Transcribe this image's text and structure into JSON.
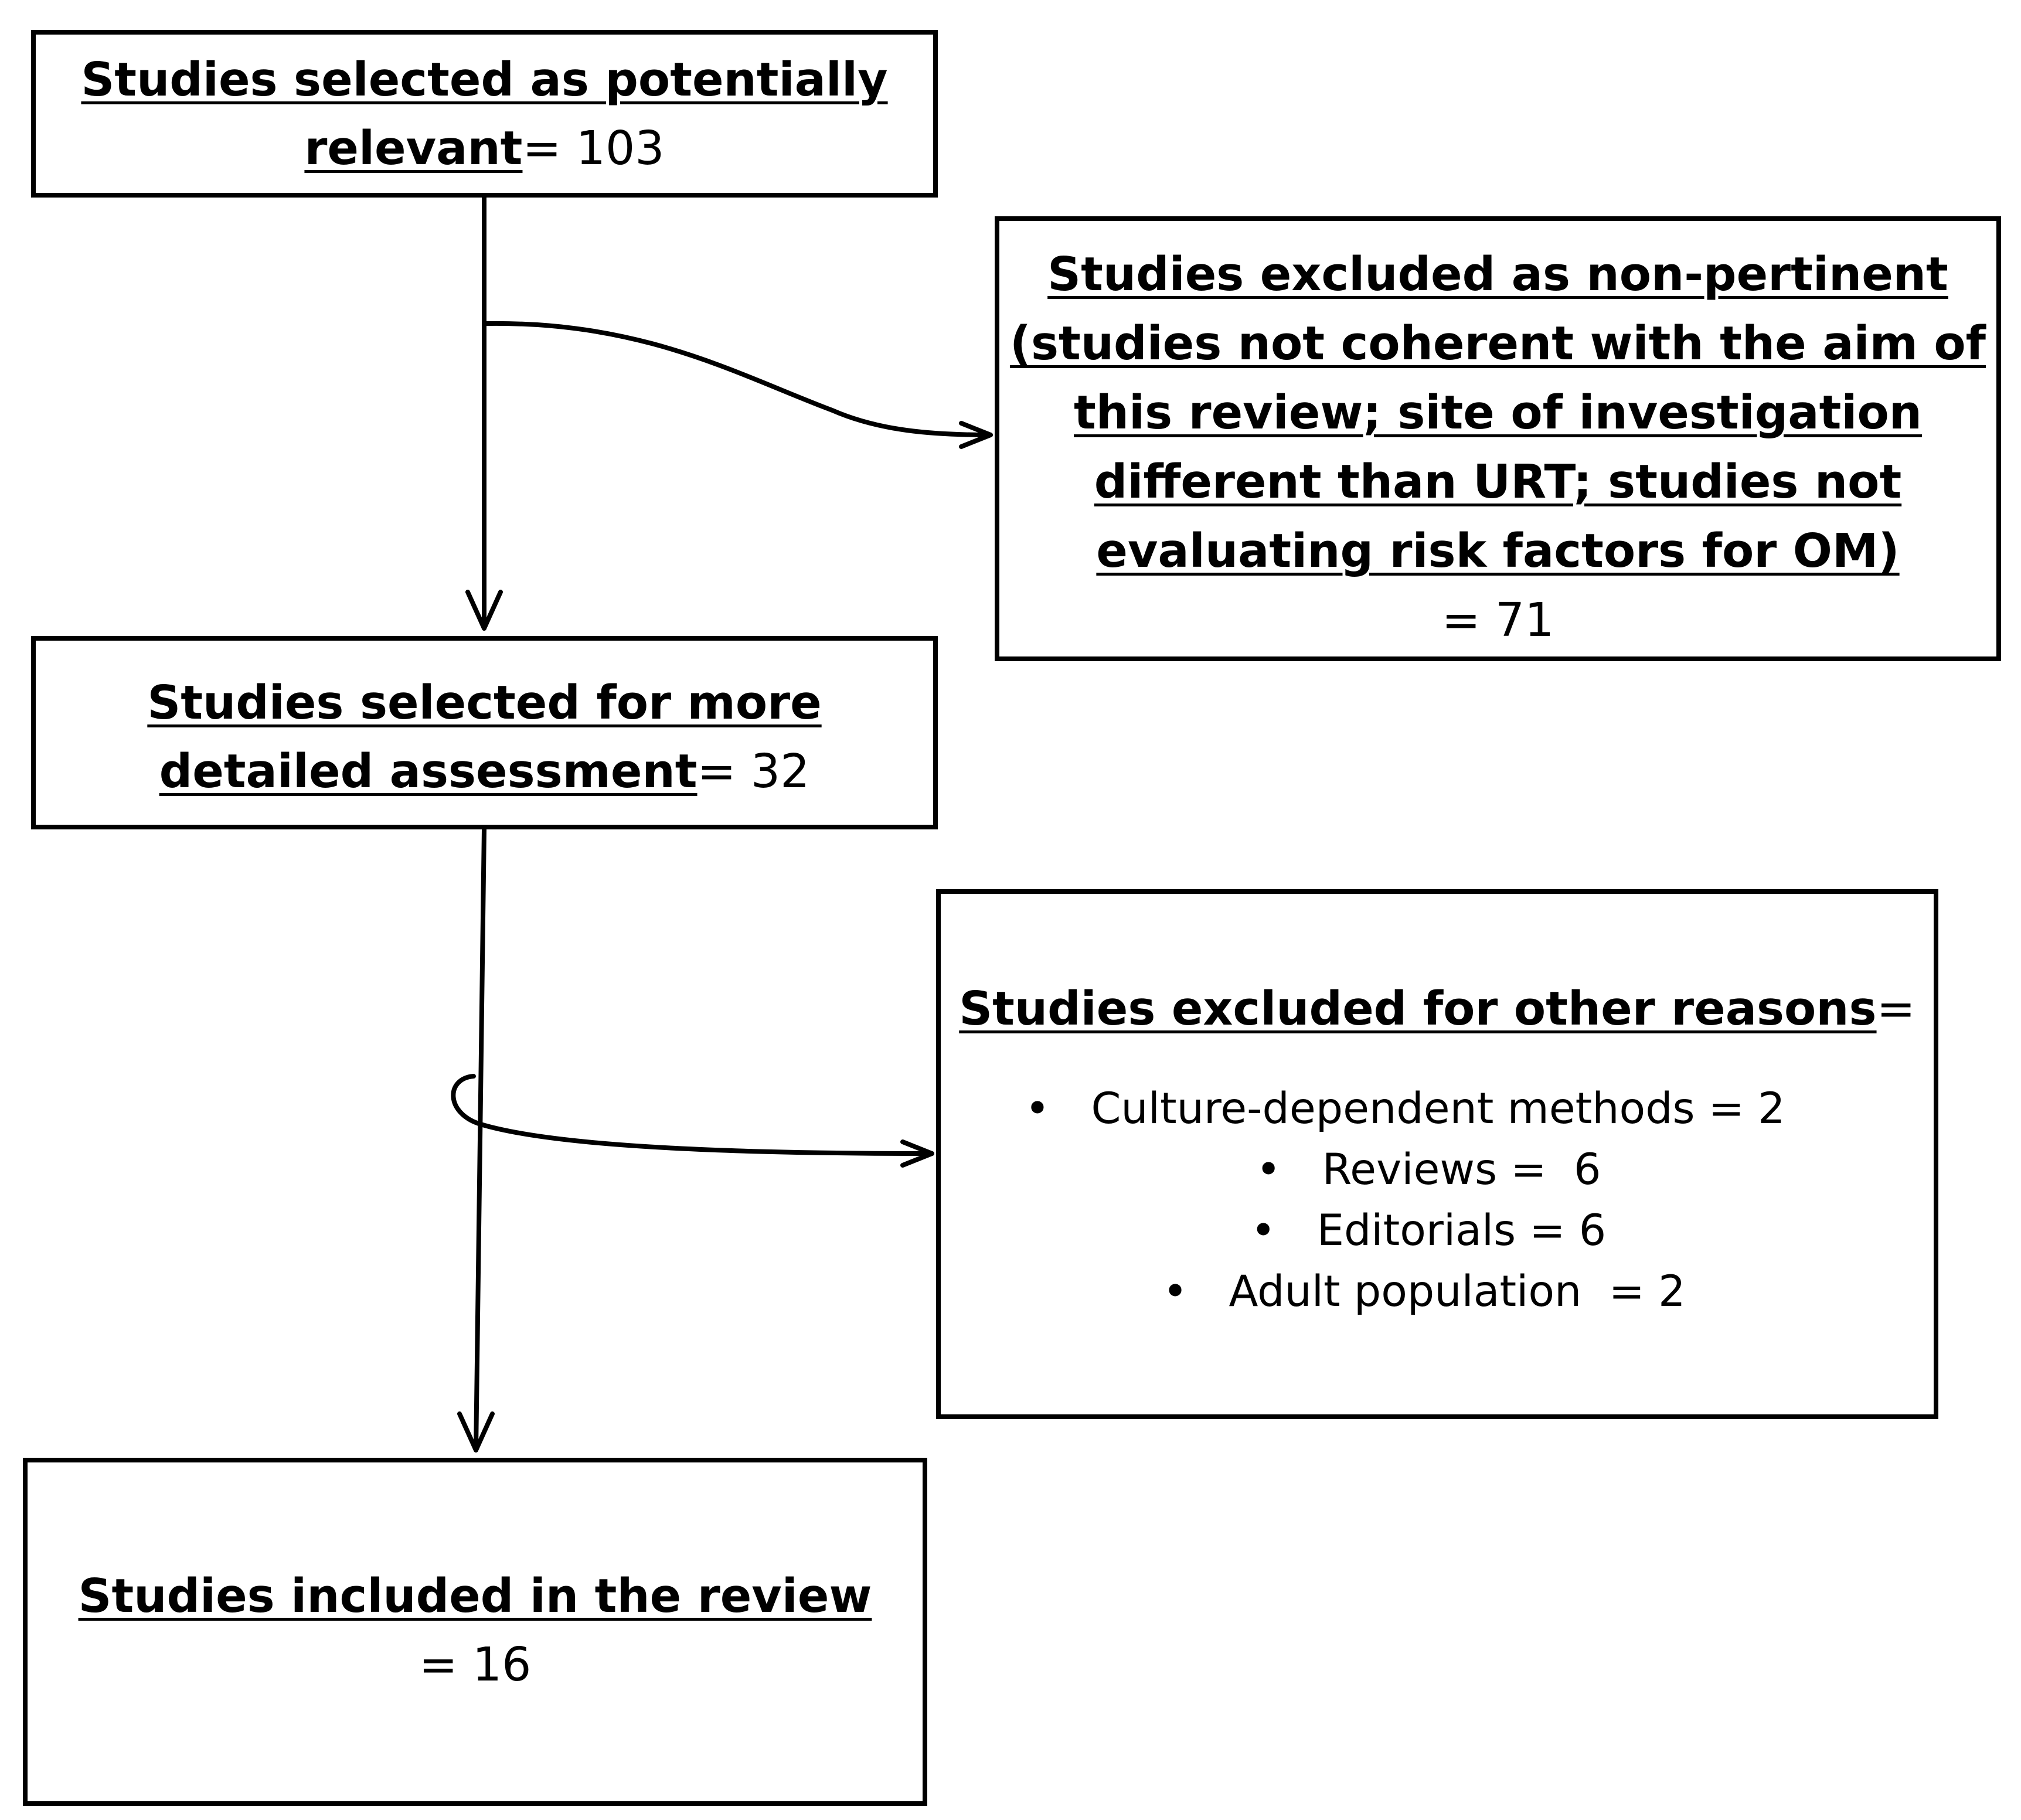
{
  "boxes": {
    "potentially_relevant": {
      "label": "Studies selected as potentially relevant",
      "count": "= 103"
    },
    "nonpertinent": {
      "label": "Studies excluded as non-pertinent (studies not coherent with the aim of this review; site of investigation different than URT; studies not evaluating risk factors for OM)",
      "count": "=  71"
    },
    "detailed_assessment": {
      "label": "Studies selected for more detailed assessment",
      "count": "= 32"
    },
    "other_reasons": {
      "label": "Studies excluded for other reasons",
      "suffix": "=",
      "items": [
        {
          "bullet": "•",
          "text": "Culture-dependent methods = 2"
        },
        {
          "bullet": "•",
          "text": "Reviews =  6"
        },
        {
          "bullet": "•",
          "text": "Editorials = 6"
        },
        {
          "bullet": "•",
          "text": "Adult population  = 2"
        }
      ]
    },
    "included": {
      "label": "Studies included in the review",
      "count": "= 16"
    }
  }
}
